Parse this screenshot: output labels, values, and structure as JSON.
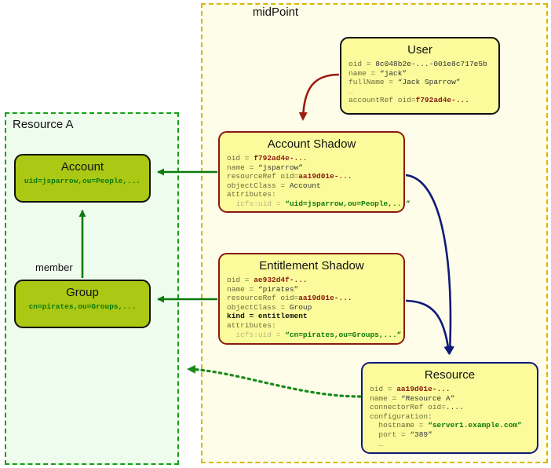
{
  "containers": {
    "resource_a": {
      "title": "Resource A"
    },
    "midpoint": {
      "title": "midPoint"
    }
  },
  "nodes": {
    "account": {
      "title": "Account",
      "detail": "uid=jsparrow,ou=People,..."
    },
    "group": {
      "title": "Group",
      "detail": "cn=pirates,ou=Groups,..."
    },
    "user": {
      "title": "User",
      "lines": [
        {
          "key": "oid = ",
          "value": "8c048b2e-...-001e8c717e5b"
        },
        {
          "key": "name = ",
          "value": "“jack”"
        },
        {
          "key": "fullName = ",
          "value": "“Jack Sparrow”"
        },
        {
          "key": "…",
          "value": ""
        },
        {
          "key": "accountRef oid=",
          "value": "f792ad4e-..."
        }
      ]
    },
    "account_shadow": {
      "title": "Account Shadow",
      "lines": [
        {
          "key": "oid = ",
          "value": "f792ad4e-..."
        },
        {
          "key": "name = ",
          "value": "“jsparrow”"
        },
        {
          "key": "resourceRef oid=",
          "value": "aa19d01e-..."
        },
        {
          "key": "objectClass = ",
          "value": "Account"
        },
        {
          "key": "attributes:",
          "value": ""
        },
        {
          "key": "  icfs:uid = ",
          "value": "“uid=jsparrow,ou=People,...”"
        }
      ]
    },
    "entitlement_shadow": {
      "title": "Entitlement Shadow",
      "lines": [
        {
          "key": "oid = ",
          "value": "ae932d4f-..."
        },
        {
          "key": "name = ",
          "value": "“pirates”"
        },
        {
          "key": "resourceRef oid=",
          "value": "aa19d01e-..."
        },
        {
          "key": "objectClass = ",
          "value": "Group"
        },
        {
          "key": "kind = entitlement",
          "value": ""
        },
        {
          "key": "attributes:",
          "value": ""
        },
        {
          "key": "  icfs:uid = ",
          "value": "“cn=pirates,ou=Groups,...”"
        }
      ]
    },
    "resource": {
      "title": "Resource",
      "lines": [
        {
          "key": "oid = ",
          "value": "aa19d01e-..."
        },
        {
          "key": "name = ",
          "value": "“Resource A”"
        },
        {
          "key": "connectorRef oid=",
          "value": "...."
        },
        {
          "key": "configuration:",
          "value": ""
        },
        {
          "key": "  hostname = ",
          "value": "“server1.example.com”"
        },
        {
          "key": "  port = ",
          "value": "“389”"
        },
        {
          "key": "  …",
          "value": ""
        }
      ]
    }
  },
  "edges": {
    "member_label": "member"
  },
  "colors": {
    "green_node_fill": "#aac814",
    "yellow_node_fill": "#fbfb9c",
    "resource_a_border": "#12a012",
    "midpoint_border": "#d9b806",
    "link_green": "#0b7a0b",
    "link_darkred": "#8b1a10",
    "link_navy": "#101a7a"
  }
}
